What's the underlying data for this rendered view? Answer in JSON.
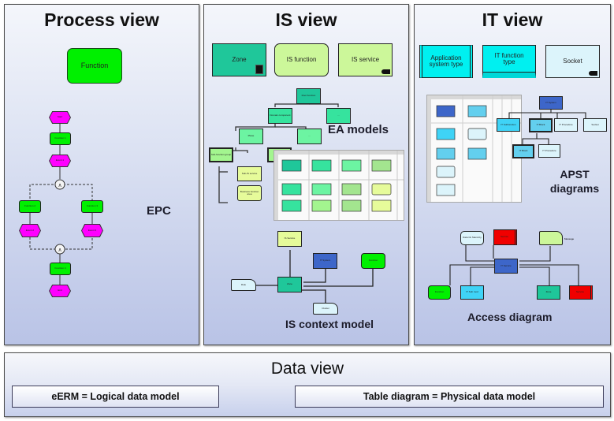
{
  "process_view": {
    "title": "Process view",
    "legend_function": "Function",
    "caption": "EPC",
    "epc_nodes": [
      "Start",
      "Function 1",
      "Event 1",
      "Function 2",
      "Function 3",
      "Event 2",
      "Event 3",
      "Function 4",
      "End"
    ],
    "connector_label": "∧"
  },
  "is_view": {
    "title": "IS view",
    "legend": [
      "Zone",
      "IS function",
      "IS service"
    ],
    "ea_caption": "EA models",
    "ea_tree_nodes": [
      "Root function",
      "Domain component",
      "...",
      "Plane",
      "...",
      "Sub-function group",
      "..."
    ],
    "ea_leaf_nodes": [
      "Sub-IS service",
      "Business function area"
    ],
    "context_caption": "IS context model",
    "context_nodes": [
      "IS Service",
      "IT System",
      "Function",
      "Zone",
      "Role",
      "Cluster"
    ]
  },
  "it_view": {
    "title": "IT view",
    "legend": [
      "Application system type",
      "IT function type",
      "Socket"
    ],
    "apst_caption": "APST diagrams",
    "apst_nodes": [
      "IT System",
      "IT Subfunction",
      "IT Block",
      "IT Procedure",
      "Socket",
      "IT Block",
      "IT Procedure"
    ],
    "access_caption": "Access diagram",
    "access_nodes": [
      "Data Ck Stand-by",
      "Service",
      "Message",
      "IT Service",
      "Function",
      "IT Sub mod",
      "Zone",
      "Service"
    ]
  },
  "data_view": {
    "title": "Data view",
    "logical": "eERM = Logical data model",
    "physical": "Table diagram = Physical data model"
  },
  "colors": {
    "function_green": "#00f000",
    "event_magenta": "#ff00ff",
    "zone_teal": "#1fc79a",
    "is_function_lime": "#ccf79a",
    "it_cyan": "#00f0f0",
    "it_blue": "#3d66c9",
    "light_blue": "#dcf4fb",
    "red": "#f00000"
  }
}
